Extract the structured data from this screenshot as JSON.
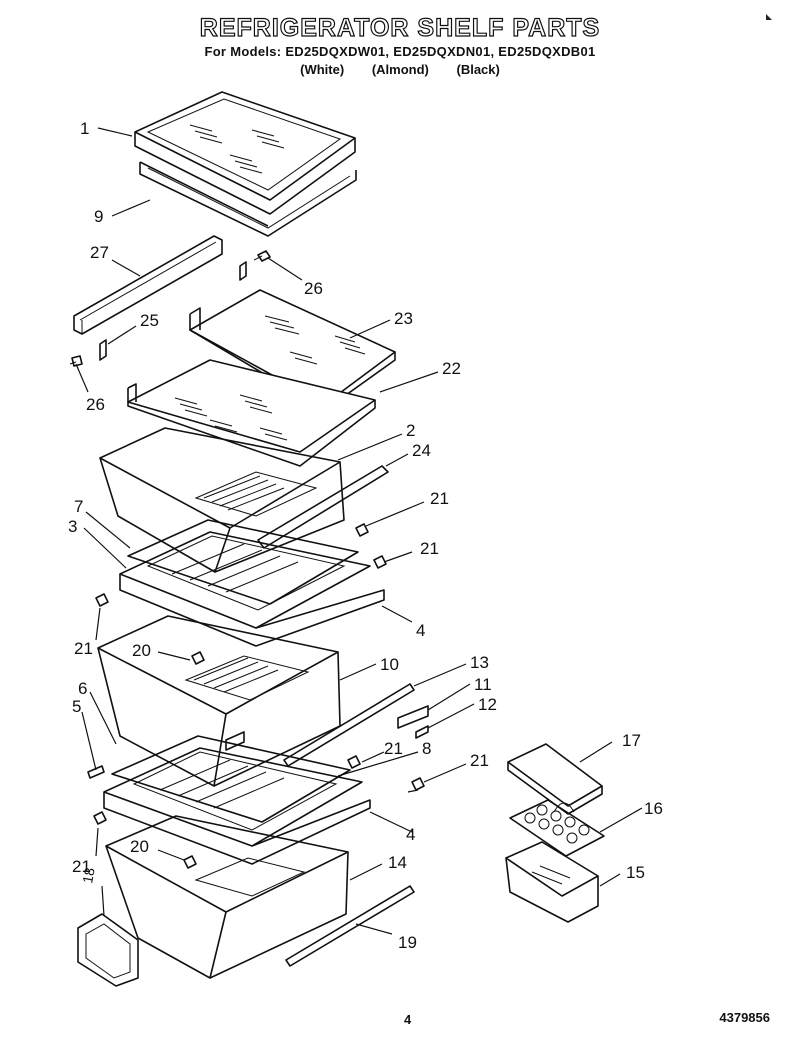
{
  "header": {
    "title": "REFRIGERATOR SHELF PARTS",
    "models_line": "For Models: ED25DQXDW01, ED25DQXDN01, ED25DQXDB01",
    "colors": [
      "(White)",
      "(Almond)",
      "(Black)"
    ]
  },
  "callouts": [
    "1",
    "9",
    "27",
    "26",
    "25",
    "23",
    "26",
    "22",
    "2",
    "24",
    "7",
    "3",
    "21",
    "21",
    "21",
    "4",
    "20",
    "10",
    "13",
    "11",
    "12",
    "6",
    "5",
    "21",
    "8",
    "21",
    "4",
    "17",
    "16",
    "21",
    "20",
    "14",
    "15",
    "18",
    "19"
  ],
  "footer": {
    "page_number": "4",
    "document_number": "4379856"
  }
}
